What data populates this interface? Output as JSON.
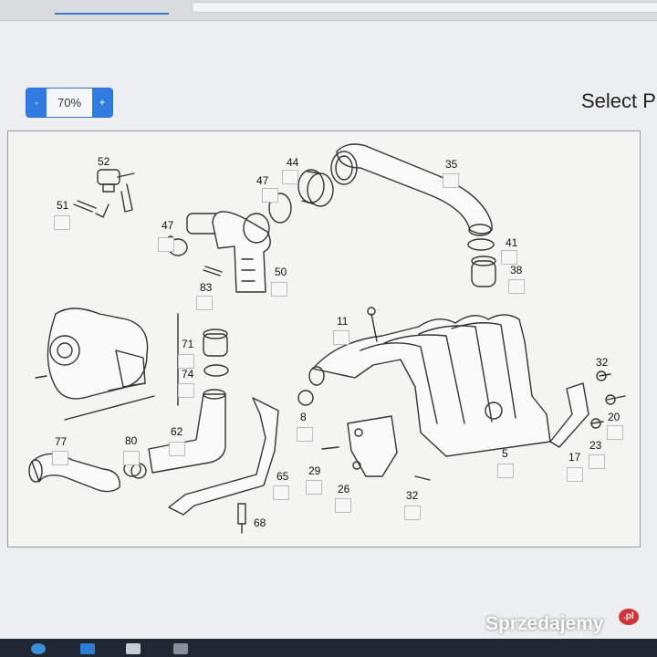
{
  "zoom": {
    "minus_label": "-",
    "value": "70%",
    "plus_label": "+"
  },
  "header": {
    "title": "Select P"
  },
  "diagram": {
    "part_numbers": [
      "52",
      "51",
      "47",
      "44",
      "47",
      "35",
      "41",
      "38",
      "50",
      "83",
      "11",
      "71",
      "74",
      "62",
      "8",
      "77",
      "80",
      "65",
      "68",
      "29",
      "26",
      "32",
      "5",
      "32",
      "20",
      "23",
      "17"
    ]
  },
  "watermark": {
    "text": "Sprzedajemy",
    "suffix": ".pl"
  }
}
